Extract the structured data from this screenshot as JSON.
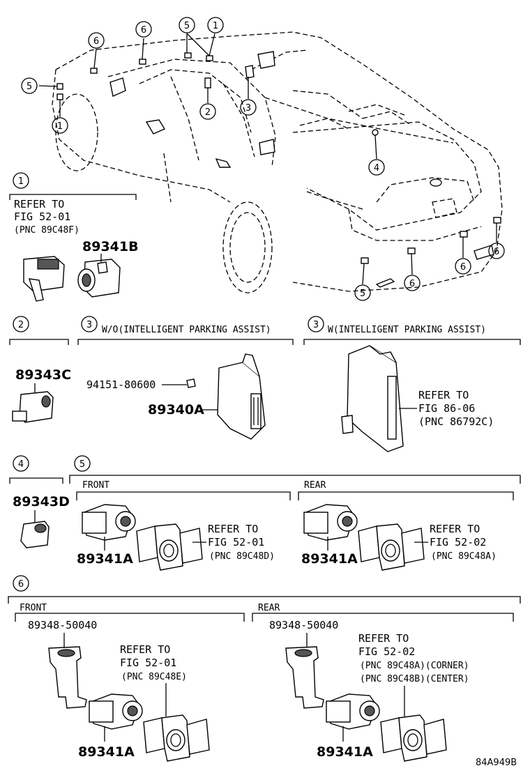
{
  "callouts": {
    "c1": "1",
    "c2": "2",
    "c3": "3",
    "c4": "4",
    "c5": "5",
    "c6": "6"
  },
  "section1": {
    "refer": "REFER TO",
    "fig": "FIG 52-01",
    "pnc": "(PNC 89C48F)",
    "part": "89341B"
  },
  "section2": {
    "part": "89343C"
  },
  "section3a": {
    "title": "W/O(INTELLIGENT PARKING ASSIST)",
    "bolt": "94151-80600",
    "part": "89340A"
  },
  "section3b": {
    "title": "W(INTELLIGENT PARKING ASSIST)",
    "refer": "REFER TO",
    "fig": "FIG 86-06",
    "pnc": "(PNC 86792C)"
  },
  "section4": {
    "part": "89343D"
  },
  "section5": {
    "front": "FRONT",
    "rear": "REAR",
    "front_refer": "REFER TO",
    "front_fig": "FIG 52-01",
    "front_pnc": "(PNC 89C48D)",
    "front_part": "89341A",
    "rear_refer": "REFER TO",
    "rear_fig": "FIG 52-02",
    "rear_pnc": "(PNC 89C48A)",
    "rear_part": "89341A"
  },
  "section6": {
    "front": "FRONT",
    "rear": "REAR",
    "front_bracket": "89348-50040",
    "front_refer": "REFER TO",
    "front_fig": "FIG 52-01",
    "front_pnc": "(PNC 89C48E)",
    "front_part": "89341A",
    "rear_bracket": "89348-50040",
    "rear_refer": "REFER TO",
    "rear_fig": "FIG 52-02",
    "rear_pnc1": "(PNC 89C48A)(CORNER)",
    "rear_pnc2": "(PNC 89C48B)(CENTER)",
    "rear_part": "89341A"
  },
  "code": "84A949B"
}
